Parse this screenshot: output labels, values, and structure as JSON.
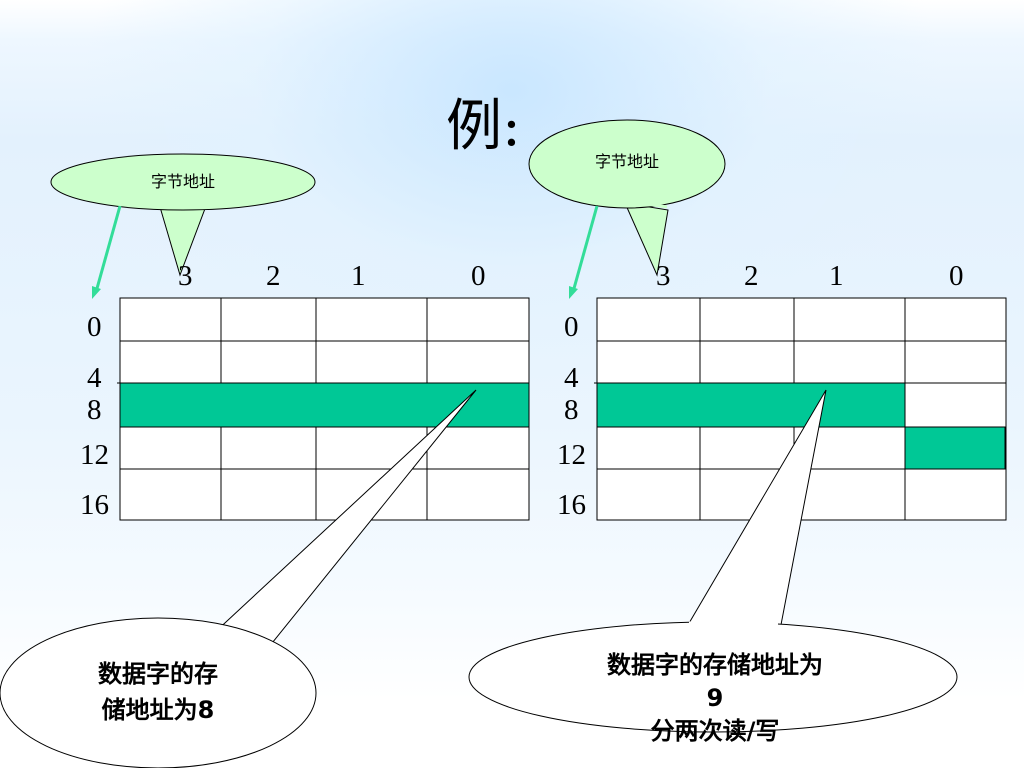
{
  "title": "例:",
  "colors": {
    "highlight": "#00c896",
    "arrow": "#33dd99",
    "callout_fill": "#ccffcc",
    "border": "#000000"
  },
  "left_diagram": {
    "callout_top": "字节地址",
    "col_labels": [
      "3",
      "2",
      "1",
      "0"
    ],
    "row_labels": [
      "0",
      "4",
      "8",
      "12",
      "16"
    ],
    "highlighted_word_address": 8,
    "callout_bottom": {
      "line1": "数据字的存",
      "line2": "储地址为8"
    }
  },
  "right_diagram": {
    "callout_top": "字节地址",
    "col_labels": [
      "3",
      "2",
      "1",
      "0"
    ],
    "row_labels": [
      "0",
      "4",
      "8",
      "12",
      "16"
    ],
    "highlighted_word_address": 9,
    "callout_bottom": {
      "line1": "数据字的存储地址为",
      "line2": "9",
      "line3": "分两次读/写"
    }
  }
}
